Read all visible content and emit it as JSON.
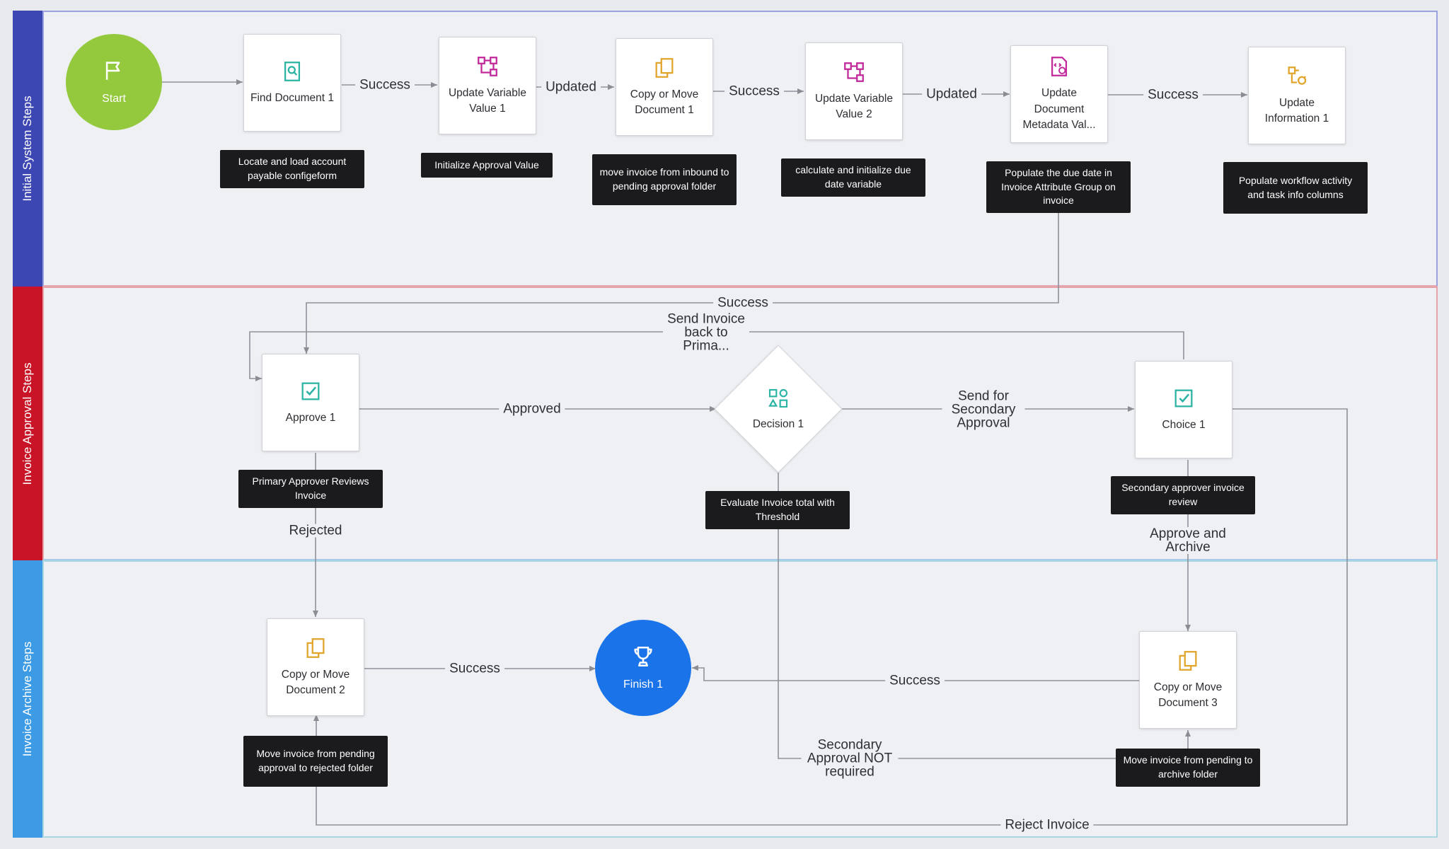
{
  "lanes": [
    {
      "label": "Initial System Steps"
    },
    {
      "label": "Invoice Approval Steps"
    },
    {
      "label": "Invoice Archive Steps"
    }
  ],
  "start": {
    "label": "Start"
  },
  "finish": {
    "label": "Finish 1"
  },
  "nodes": {
    "find_doc": {
      "label": "Find Document 1",
      "note": "Locate and load account payable configeform"
    },
    "update_var_1": {
      "label": "Update Variable Value 1",
      "note": "Initialize Approval Value"
    },
    "copy_move_1": {
      "label": "Copy or Move Document 1",
      "note": "move invoice from inbound to pending approval folder"
    },
    "update_var_2": {
      "label": "Update Variable Value 2",
      "note": "calculate and initialize due date variable"
    },
    "update_meta": {
      "label": "Update Document Metadata Val...",
      "note": "Populate the due date in Invoice Attribute Group on invoice"
    },
    "update_info": {
      "label": "Update Information 1",
      "note": "Populate workflow activity and task info columns"
    },
    "approve_1": {
      "label": "Approve 1",
      "note": "Primary Approver Reviews Invoice"
    },
    "decision_1": {
      "label": "Decision 1",
      "note": "Evaluate Invoice total with Threshold"
    },
    "choice_1": {
      "label": "Choice 1",
      "note": "Secondary approver invoice review"
    },
    "copy_move_2": {
      "label": "Copy or Move Document 2",
      "note": "Move invoice from pending approval to rejected folder"
    },
    "copy_move_3": {
      "label": "Copy or Move Document 3",
      "note": "Move invoice from pending to archive folder"
    }
  },
  "edges": {
    "e1": "Success",
    "e2": "Updated",
    "e3": "Success",
    "e4": "Updated",
    "e5": "Success",
    "e6": "Success",
    "e7": "Send Invoice back to Prima...",
    "e8": "Approved",
    "e9": "Send for Secondary Approval",
    "e10": "Rejected",
    "e11": "Approve and Archive",
    "e12": "Success",
    "e13": "Success",
    "e14": "Secondary Approval NOT required",
    "e15": "Reject Invoice"
  },
  "icons": {
    "find_doc": "document-search-icon",
    "update_var": "variable-flow-icon",
    "copy_move": "copy-document-icon",
    "update_meta": "document-edit-icon",
    "update_info": "update-info-icon",
    "approve": "approve-check-icon",
    "decision": "shapes-icon",
    "start": "flag-icon",
    "finish": "trophy-icon"
  },
  "colors": {
    "start": "#95c93d",
    "finish": "#1a73e8",
    "teal": "#2bb3a3",
    "magenta": "#c2299a",
    "amber": "#e0a52a",
    "note_bg": "#1b1b1e",
    "lane1": "#3d47b3",
    "lane2": "#c81426",
    "lane3": "#3d9be6"
  }
}
